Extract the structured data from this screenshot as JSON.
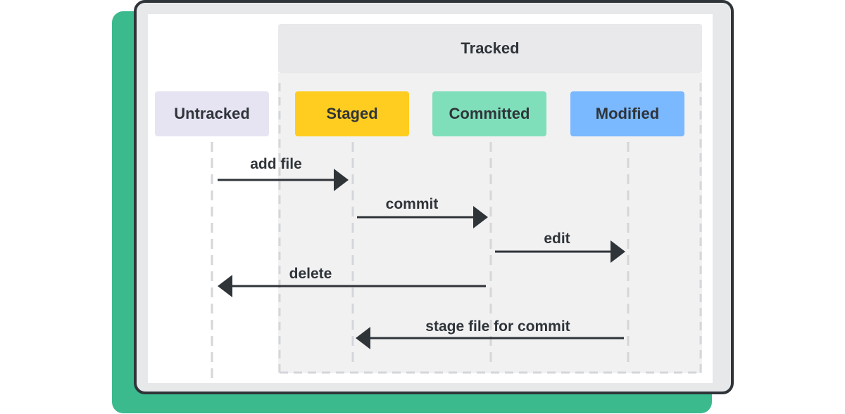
{
  "diagram": {
    "group_title": "Tracked",
    "states": [
      {
        "id": "untracked",
        "label": "Untracked",
        "color": "#e6e4f2"
      },
      {
        "id": "staged",
        "label": "Staged",
        "color": "#ffcd1f"
      },
      {
        "id": "committed",
        "label": "Committed",
        "color": "#7fdfba"
      },
      {
        "id": "modified",
        "label": "Modified",
        "color": "#7ab8ff"
      }
    ],
    "messages": [
      {
        "label": "add file",
        "from": "untracked",
        "to": "staged"
      },
      {
        "label": "commit",
        "from": "staged",
        "to": "committed"
      },
      {
        "label": "edit",
        "from": "committed",
        "to": "modified"
      },
      {
        "label": "delete",
        "from": "committed",
        "to": "untracked"
      },
      {
        "label": "stage file for commit",
        "from": "modified",
        "to": "staged"
      }
    ],
    "colors": {
      "accent_green": "#3bba8e",
      "frame_border": "#2f3439",
      "tracked_region": "#f1f1f2",
      "lifeline": "#d4d6da",
      "arrow": "#2f3439"
    }
  }
}
